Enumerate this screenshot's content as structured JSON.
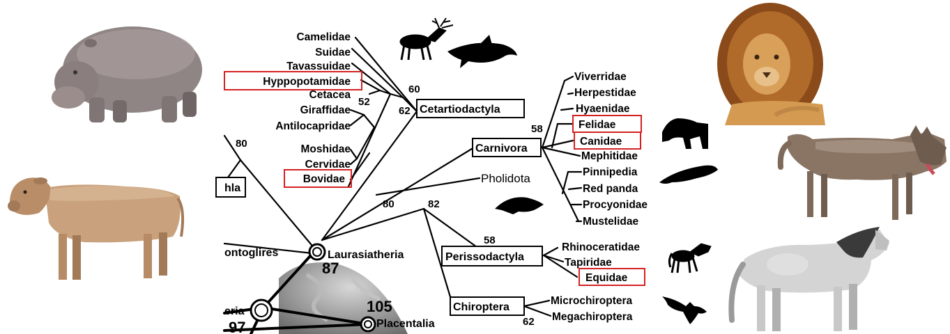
{
  "tree": {
    "artiodactyla_families": [
      "Camelidae",
      "Suidae",
      "Tavassuidae",
      "Hyppopotamidae",
      "Cetacea",
      "Giraffidae",
      "Antilocapridae",
      "Moshidae",
      "Cervidae",
      "Bovidae"
    ],
    "carnivora_families": [
      "Viverridae",
      "Herpestidae",
      "Hyaenidae",
      "Felidae",
      "Canidae",
      "Mephitidae",
      "Pinnipedia",
      "Red panda",
      "Procyonidae",
      "Mustelidae"
    ],
    "perissodactyla_families": [
      "Rhinoceratidae",
      "Tapiridae",
      "Equidae"
    ],
    "chiroptera_families": [
      "Microchiroptera",
      "Megachiroptera"
    ],
    "clades": {
      "cetartiodactyla": "Cetartiodactyla",
      "carnivora": "Carnivora",
      "pholidota": "Pholidota",
      "perissodactyla": "Perissodactyla",
      "chiroptera": "Chiroptera",
      "laurasiatheria": "Laurasiatheria",
      "placentalia": "Placentalia",
      "euarchontoglires_partial": "ontoglires",
      "eutheria_partial": "eria",
      "clade_partial": "hla"
    },
    "node_values": {
      "n52": "52",
      "n60": "60",
      "n62_cet": "62",
      "n58_carn": "58",
      "n80_left": "80",
      "n80": "80",
      "n82": "82",
      "n58_peri": "58",
      "n62_chir": "62",
      "n87": "87",
      "n97": "97",
      "n105": "105"
    },
    "highlighted_families": [
      "Hyppopotamidae",
      "Bovidae",
      "Felidae",
      "Canidae",
      "Equidae"
    ],
    "highlight_color": "#d42020"
  },
  "photos": [
    "hippopotamus",
    "cow",
    "lion",
    "wolf",
    "horse"
  ],
  "silhouettes": [
    "deer",
    "dolphin",
    "panther",
    "seal",
    "pangolin",
    "horse",
    "bat"
  ]
}
